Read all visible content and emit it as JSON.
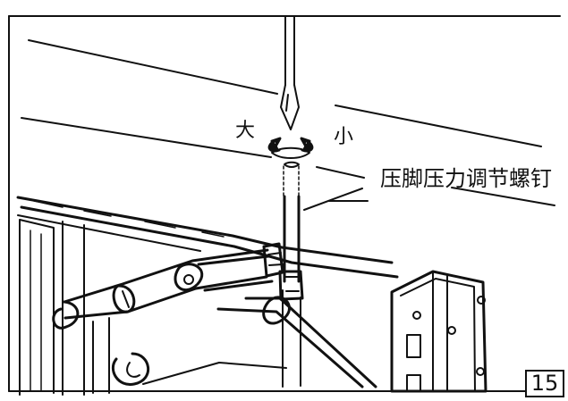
{
  "annotations": {
    "large_label": "大",
    "small_label": "小",
    "part_label": "压脚压力调节螺钉"
  },
  "page_number": "15",
  "colors": {
    "ink": "#111111",
    "paper": "#ffffff"
  },
  "icons": {
    "rotation_arrows": "curved-arrow-icon"
  }
}
